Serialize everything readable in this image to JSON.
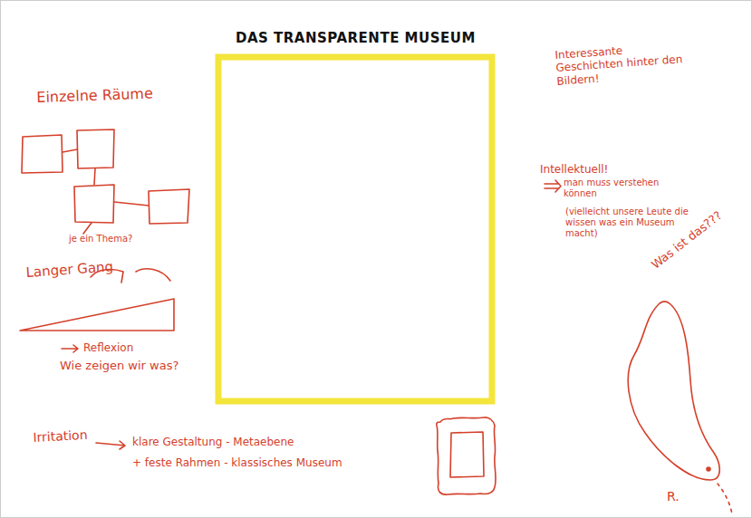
{
  "diagram": {
    "title": "DAS TRANSPARENTE MUSEUM",
    "labels": [
      "Einzelne Räume",
      "je ein Thema?",
      "Langer Gang",
      "Reflexion",
      "Wie zeigen wir was?",
      "Irritation",
      "klare Gestaltung - Metaebene",
      "+ feste Rahmen - klassisches Museum",
      "Interessante Geschichten hinter den Bildern!",
      "Intellektuell!",
      "man muss verstehen können",
      "(vielleicht unsere Leute die wissen was ein Museum macht)",
      "Was ist das???",
      "R."
    ]
  }
}
